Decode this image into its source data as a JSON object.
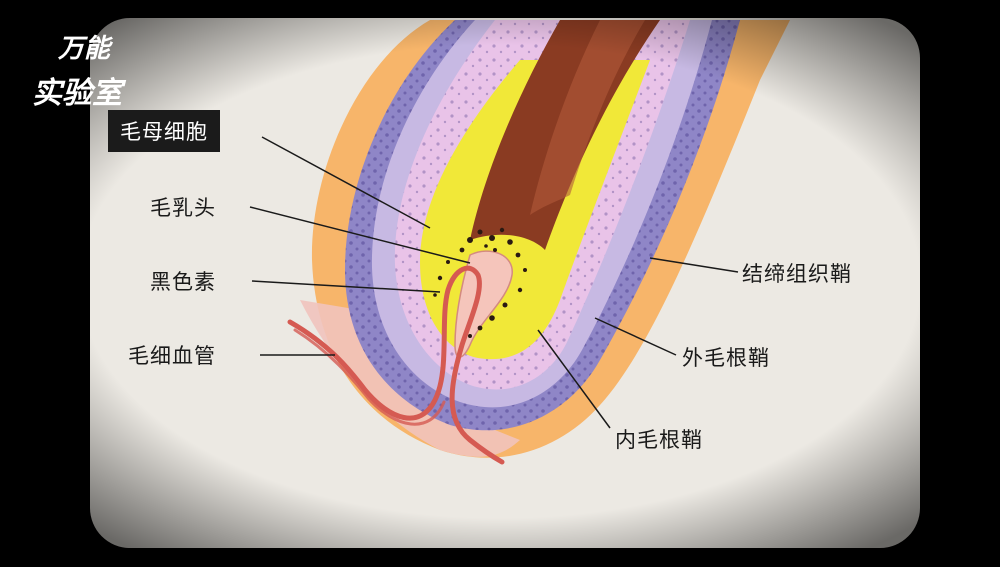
{
  "logo": {
    "line1": "万能",
    "line2": "实验室"
  },
  "labels": {
    "hair_matrix_cell": "毛母细胞",
    "dermal_papilla": "毛乳头",
    "melanin": "黑色素",
    "capillary": "毛细血管",
    "connective_tissue_sheath": "结缔组织鞘",
    "outer_root_sheath": "外毛根鞘",
    "inner_root_sheath": "内毛根鞘"
  },
  "colors": {
    "paper": "#ece9e3",
    "connective_sheath": "#f7b56a",
    "outer_root_sheath": "#8f86c7",
    "inner_root_sheath": "#e9c3e8",
    "matrix_bulb": "#f1e838",
    "hair_shaft": "#8a3b22",
    "papilla": "#f5c5bb",
    "capillary": "#d55a52"
  }
}
